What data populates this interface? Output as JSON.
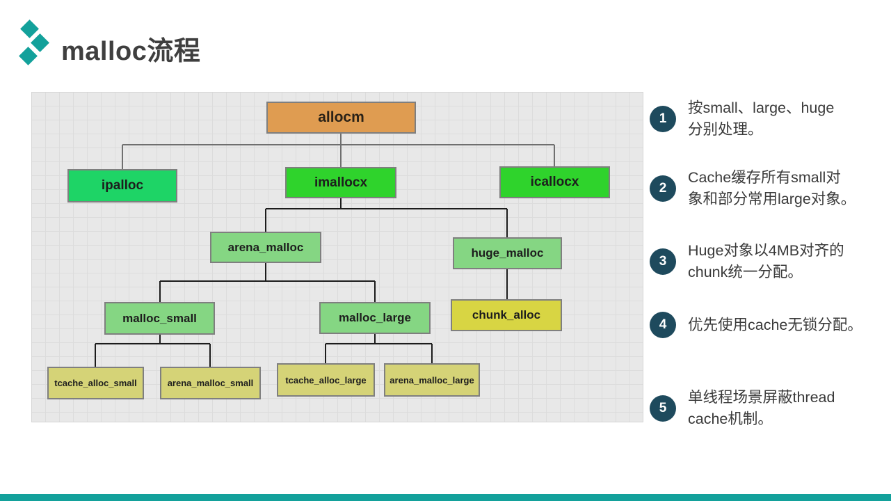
{
  "header": {
    "title": "malloc流程",
    "logo_color": "#13a19b"
  },
  "colors": {
    "accent_teal": "#13a19b",
    "number_circle": "#1e4a5d",
    "panel_background": "#e8e8e8",
    "connector_gray": "#6f6f6f",
    "connector_black": "#1c1c1c"
  },
  "diagram": {
    "nodes": [
      {
        "id": "allocm",
        "label": "allocm",
        "color": "#df9c51"
      },
      {
        "id": "ipalloc",
        "label": "ipalloc",
        "color": "#1ed466"
      },
      {
        "id": "imallocx",
        "label": "imallocx",
        "color": "#2fd32c"
      },
      {
        "id": "icallocx",
        "label": "icallocx",
        "color": "#2fd32c"
      },
      {
        "id": "arena_malloc",
        "label": "arena_malloc",
        "color": "#85d683"
      },
      {
        "id": "huge_malloc",
        "label": "huge_malloc",
        "color": "#85d683"
      },
      {
        "id": "malloc_small",
        "label": "malloc_small",
        "color": "#85d683"
      },
      {
        "id": "malloc_large",
        "label": "malloc_large",
        "color": "#85d683"
      },
      {
        "id": "chunk_alloc",
        "label": "chunk_alloc",
        "color": "#d8d543"
      },
      {
        "id": "tcache_alloc_small",
        "label": "tcache_alloc_small",
        "color": "#d5d377"
      },
      {
        "id": "arena_malloc_small",
        "label": "arena_malloc_small",
        "color": "#d5d377"
      },
      {
        "id": "tcache_alloc_large",
        "label": "tcache_alloc_large",
        "color": "#d5d377"
      },
      {
        "id": "arena_malloc_large",
        "label": "arena_malloc_large",
        "color": "#d5d377"
      }
    ]
  },
  "annotations": [
    {
      "number": "1",
      "text": "按small、large、huge\n分别处理。"
    },
    {
      "number": "2",
      "text": "Cache缓存所有small对\n象和部分常用large对象。"
    },
    {
      "number": "3",
      "text": "Huge对象以4MB对齐的\nchunk统一分配。"
    },
    {
      "number": "4",
      "text": "优先使用cache无锁分配。"
    },
    {
      "number": "5",
      "text": "单线程场景屏蔽thread\ncache机制。"
    }
  ]
}
